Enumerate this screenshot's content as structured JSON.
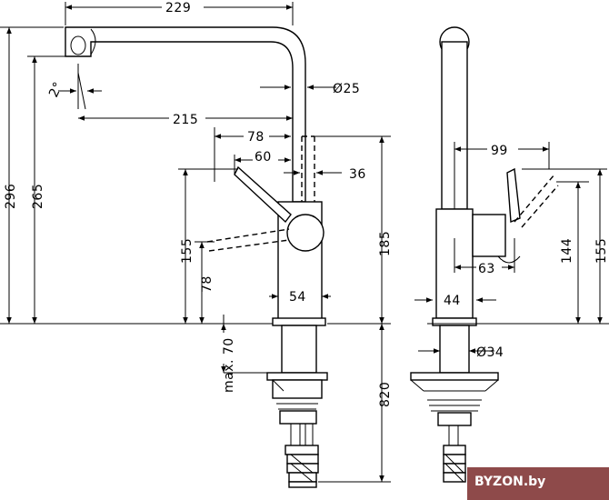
{
  "dimensions": {
    "spout_reach": "229",
    "spout_angle": "2°",
    "outlet_offset": "215",
    "spout_diameter": "Ø25",
    "handle_reach": "78",
    "handle_offset": "60",
    "handle_clearance": "36",
    "handle_height": "155",
    "handle_base": "78",
    "total_height": "296",
    "outlet_height": "265",
    "body_height": "185",
    "base_width": "54",
    "counter_max": "max. 70",
    "hose_length": "820",
    "side_handle_reach": "99",
    "side_body_depth": "63",
    "side_handle_height": "144",
    "side_height": "155",
    "side_base_width": "44",
    "shank_diameter": "Ø34"
  },
  "watermark": "BYZON.by",
  "colors": {
    "line": "#000000",
    "watermark_bg": "#7a2a2a"
  },
  "icons": {
    "arrow": "dimension-arrow-icon"
  }
}
